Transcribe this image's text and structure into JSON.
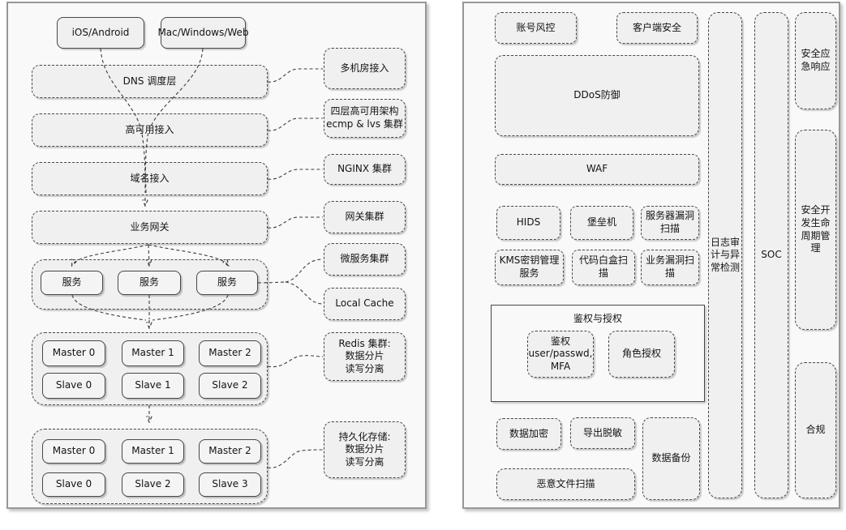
{
  "colors": {
    "box_fill": "#f0f0f0",
    "stroke": "#474747",
    "panel_bg": "#f9f9f9",
    "panel_border": "#979797"
  },
  "left": {
    "clients": [
      "iOS/Android",
      "Mac/Windows/Web"
    ],
    "layers": [
      "DNS 调度层",
      "高可用接入",
      "域名接入",
      "业务网关"
    ],
    "services": [
      "服务",
      "服务",
      "服务"
    ],
    "redis": {
      "masters": [
        "Master 0",
        "Master 1",
        "Master 2"
      ],
      "slaves": [
        "Slave 0",
        "Slave 1",
        "Slave 2"
      ]
    },
    "storage": {
      "masters": [
        "Master 0",
        "Master 1",
        "Master 2"
      ],
      "slaves": [
        "Slave 0",
        "Slave 2",
        "Slave 3"
      ]
    },
    "callouts": [
      "多机房接入",
      "四层高可用架构\necmp & lvs 集群",
      "NGINX 集群",
      "网关集群",
      "微服务集群",
      "Local Cache",
      "Redis 集群:\n数据分片\n读写分离",
      "持久化存储:\n数据分片\n读写分离"
    ]
  },
  "right": {
    "account_risk": "账号风控",
    "client_security": "客户端安全",
    "ddos": "DDoS防御",
    "waf": "WAF",
    "row1": [
      "HIDS",
      "堡垒机",
      "服务器漏洞\n扫描"
    ],
    "row2": [
      "KMS密钥管理\n服务",
      "代码白盒扫\n描",
      "业务漏洞扫\n描"
    ],
    "auth": {
      "title": "鉴权与授权",
      "authn": "鉴权\nuser/passwd,\nMFA",
      "authz": "角色授权"
    },
    "data_encrypt": "数据加密",
    "export_mask": "导出脱敏",
    "backup": "数据备份",
    "malware_scan": "恶意文件扫描",
    "log_audit": "日志审\n计与异\n常检测",
    "soc": "SOC",
    "emergency": "安全应\n急响应",
    "sdl": "安全开\n发生命\n周期管\n理",
    "compliance": "合规"
  }
}
